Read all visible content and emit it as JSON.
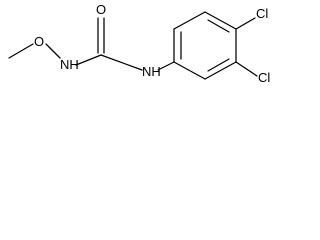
{
  "molecule": {
    "atoms": {
      "nh_left": "NH",
      "nh_right": "NH",
      "oxygen_ether": "O",
      "oxygen_carbonyl": "O",
      "chlorine_top": "Cl",
      "chlorine_bottom": "Cl"
    }
  },
  "colors": {
    "bond": "#000000",
    "text": "#000000",
    "background": "#ffffff"
  }
}
